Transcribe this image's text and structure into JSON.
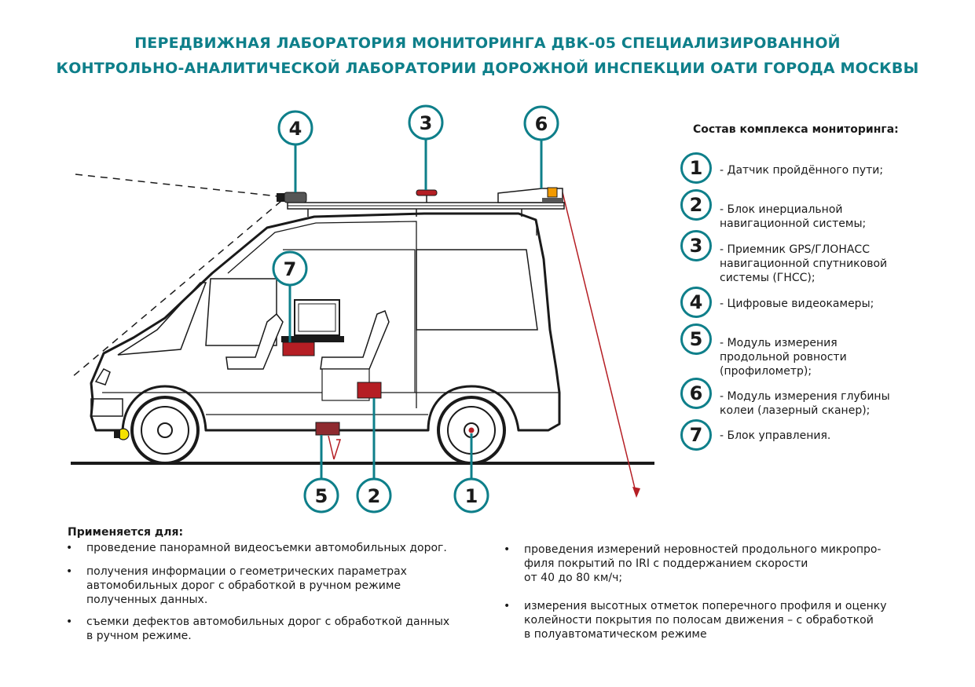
{
  "title": {
    "line1": "ПЕРЕДВИЖНАЯ ЛАБОРАТОРИЯ МОНИТОРИНГА ДВК-05 СПЕЦИАЛИЗИРОВАННОЙ",
    "line2": "КОНТРОЛЬНО-АНАЛИТИЧЕСКОЙ ЛАБОРАТОРИИ ДОРОЖНОЙ ИНСПЕКЦИИ ОАТИ ГОРОДА МОСКВЫ"
  },
  "colors": {
    "accent": "#0e7f8a",
    "equipment_red": "#b51e24",
    "dark_red": "#8f2a2f",
    "yellow": "#f5e100",
    "orange": "#f29a00"
  },
  "callouts": [
    "1",
    "2",
    "3",
    "4",
    "5",
    "6",
    "7"
  ],
  "legend": {
    "title": "Состав комплекса мониторинга:",
    "items": [
      {
        "num": "1",
        "text": "- Датчик пройдённого пути;"
      },
      {
        "num": "2",
        "text": "- Блок инерциальной\n  навигационной системы;"
      },
      {
        "num": "3",
        "text": "- Приемник GPS/ГЛОНАСС\n  навигационной спутниковой\n  системы (ГНСС);"
      },
      {
        "num": "4",
        "text": "-  Цифровые видеокамеры;"
      },
      {
        "num": "5",
        "text": "-  Модуль измерения\n   продольной ровности\n  (профилометр);"
      },
      {
        "num": "6",
        "text": "- Модуль измерения глубины\n  колеи (лазерный сканер);"
      },
      {
        "num": "7",
        "text": "-  Блок управления."
      }
    ]
  },
  "usage": {
    "title": "Применяется для:",
    "left": [
      "проведение панорамной видеосъемки автомобильных дорог.",
      "получения информации о геометрических параметрах\nавтомобильных дорог с обработкой в ручном режиме\nполученных данных.",
      "съемки дефектов автомобильных дорог с обработкой данных\nв ручном режиме."
    ],
    "right": [
      "проведения измерений неровностей продольного микропро-\nфиля покрытий по IRI с поддержанием скорости\n от 40 до 80 км/ч;",
      "измерения высотных отметок поперечного профиля и оценку\nколейности покрытия по полосам движения – с обработкой\nв полуавтоматическом режиме"
    ]
  }
}
